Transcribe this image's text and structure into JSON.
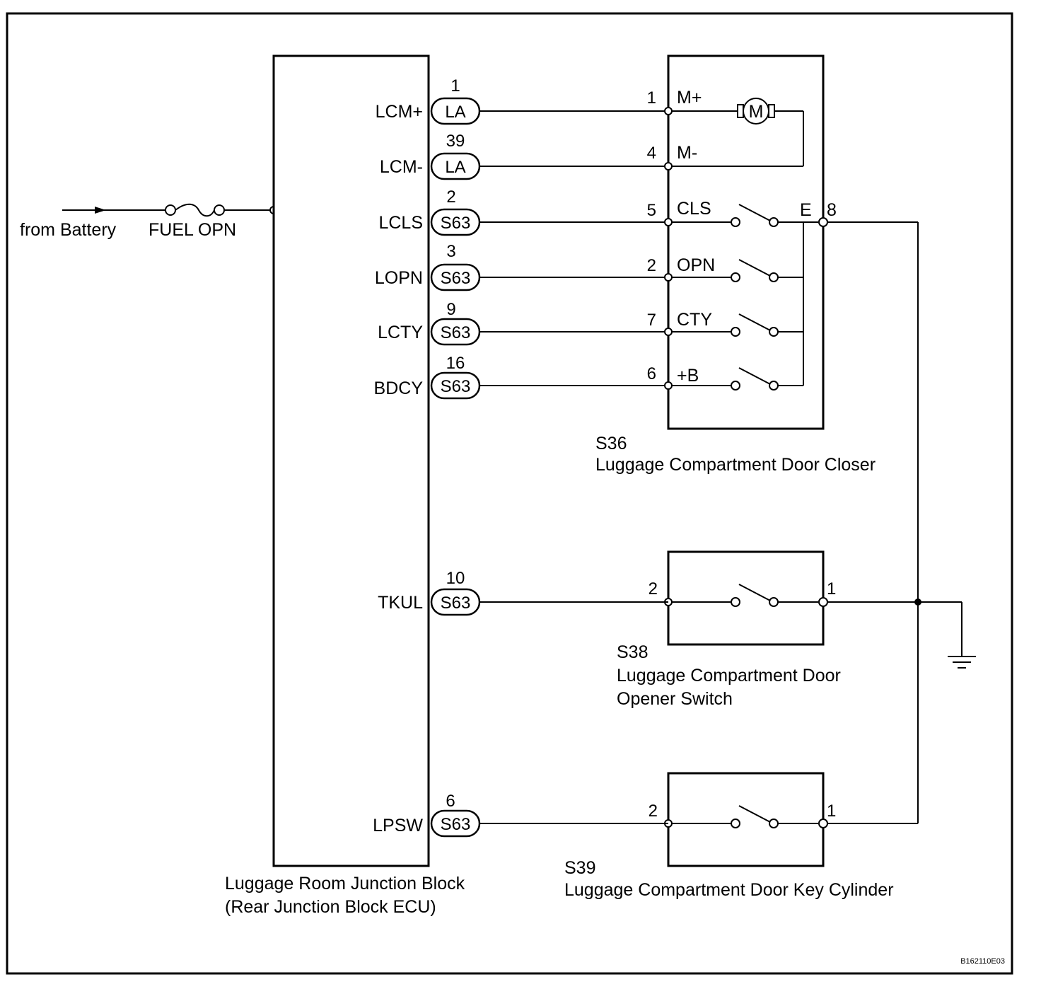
{
  "battery_label": "from Battery",
  "fuse_label": "FUEL OPN",
  "ecu": {
    "name_line1": "Luggage Room Junction Block",
    "name_line2": "(Rear Junction Block ECU)",
    "terminals": [
      {
        "signal": "LCM+",
        "connector": "LA",
        "pin": "1",
        "closer_pin": "1",
        "closer_label": "M+"
      },
      {
        "signal": "LCM-",
        "connector": "LA",
        "pin": "39",
        "closer_pin": "4",
        "closer_label": "M-"
      },
      {
        "signal": "LCLS",
        "connector": "S63",
        "pin": "2",
        "closer_pin": "5",
        "closer_label": "CLS"
      },
      {
        "signal": "LOPN",
        "connector": "S63",
        "pin": "3",
        "closer_pin": "2",
        "closer_label": "OPN"
      },
      {
        "signal": "LCTY",
        "connector": "S63",
        "pin": "9",
        "closer_pin": "7",
        "closer_label": "CTY"
      },
      {
        "signal": "BDCY",
        "connector": "S63",
        "pin": "16",
        "closer_pin": "6",
        "closer_label": "+B"
      },
      {
        "signal": "TKUL",
        "connector": "S63",
        "pin": "10"
      },
      {
        "signal": "LPSW",
        "connector": "S63",
        "pin": "6"
      }
    ]
  },
  "closer": {
    "code": "S36",
    "name": "Luggage Compartment Door Closer",
    "motor_symbol": "M",
    "ground_label": "E",
    "ground_pin": "8"
  },
  "opener_switch": {
    "code": "S38",
    "name_line1": "Luggage Compartment Door",
    "name_line2": "Opener Switch",
    "pin_in": "2",
    "pin_out": "1"
  },
  "key_cylinder": {
    "code": "S39",
    "name": "Luggage Compartment Door Key Cylinder",
    "pin_in": "2",
    "pin_out": "1"
  },
  "figure_code": "B162110E03"
}
